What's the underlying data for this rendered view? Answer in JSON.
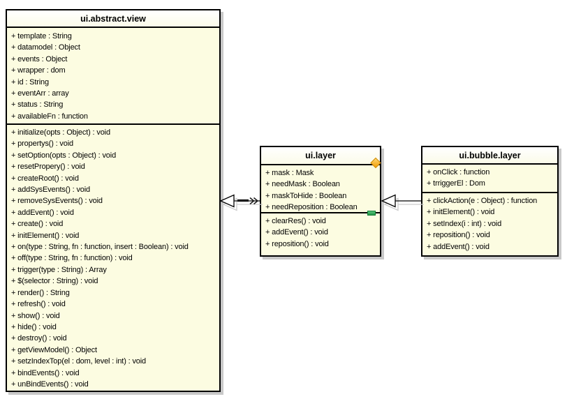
{
  "diagram": {
    "type": "uml-class-diagram",
    "background_color": "#ffffff",
    "box_fill_color": "#fcfce1",
    "title_fill_color": "#ffffff",
    "border_color": "#000000",
    "shadow_color": "#c9c9c9"
  },
  "classes": [
    {
      "name": "ui.abstract.view",
      "attributes": [
        "+ template : String",
        "+ datamodel : Object",
        "+ events : Object",
        "+ wrapper : dom",
        "+ id : String",
        "+ eventArr : array",
        "+ status : String",
        "+ availableFn : function"
      ],
      "methods": [
        "+ initialize(opts : Object) : void",
        "+ propertys() : void",
        "+ setOption(opts : Object) : void",
        "+ resetPropery() : void",
        "+ createRoot() : void",
        "+ addSysEvents() : void",
        "+ removeSysEvents() : void",
        "+ addEvent() : void",
        "+ create() : void",
        "+ initElement() : void",
        "+ on(type : String, fn : function, insert : Boolean) : void",
        "+ off(type : String, fn : function) : void",
        "+ trigger(type : String) : Array",
        "+ $(selector : String) : void",
        "+ render() : String",
        "+ refresh() : void",
        "+ show() : void",
        "+ hide() : void",
        "+ destroy() : void",
        "+ getViewModel() : Object",
        "+ setzIndexTop(el : dom, level : int) : void",
        "+ bindEvents() : void",
        "+ unBindEvents() : void"
      ]
    },
    {
      "name": "ui.layer",
      "attributes": [
        "+ mask : Mask",
        "+ needMask : Boolean",
        "+ maskToHide : Boolean",
        "+ needReposition : Boolean"
      ],
      "methods": [
        "+ clearRes() : void",
        "+ addEvent() : void",
        "+ reposition() : void"
      ]
    },
    {
      "name": "ui.bubble.layer",
      "attributes": [
        "+ onClick : function",
        "+ trriggerEl : Dom"
      ],
      "methods": [
        "+ clickAction(e : Object) : function",
        "+ initElement() : void",
        "+ setIndex(i : int) : void",
        "+ reposition() : void",
        "+ addEvent() : void"
      ]
    }
  ],
  "relationships": [
    {
      "from": "ui.layer",
      "to": "ui.abstract.view",
      "type": "generalization",
      "direction_marker": "»"
    },
    {
      "from": "ui.bubble.layer",
      "to": "ui.layer",
      "type": "generalization"
    }
  ],
  "markers": {
    "orange_diamond_color": "#f5a31d",
    "green_handle_color": "#2fa450"
  }
}
